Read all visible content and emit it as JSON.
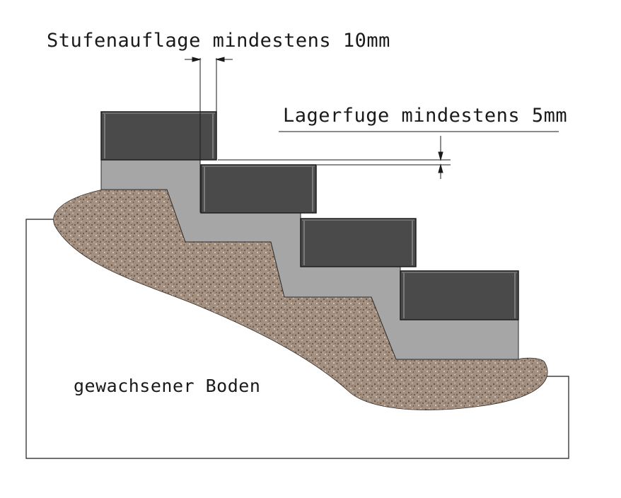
{
  "labels": {
    "step_support": "Stufenauflage mindestens 10mm",
    "bed_joint": "Lagerfuge mindestens 5mm",
    "natural_ground": "gewachsener Boden"
  },
  "colors": {
    "step_block": "#4a4a4a",
    "step_edge": "#2b2b2b",
    "mortar_bed": "#a6a6a6",
    "gravel": "#a08c7c",
    "line": "#1a1a1a"
  }
}
